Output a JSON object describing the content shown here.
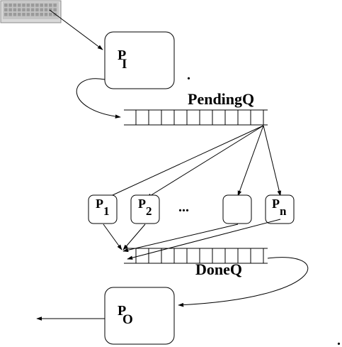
{
  "diagram": {
    "input_process": {
      "letter": "P",
      "subscript": "I"
    },
    "pending_queue": {
      "label": "PendingQ",
      "cells": 10
    },
    "workers": [
      {
        "letter": "P",
        "subscript": "1"
      },
      {
        "letter": "P",
        "subscript": "2"
      },
      {
        "letter": "",
        "subscript": ""
      },
      {
        "letter": "P",
        "subscript": "n"
      }
    ],
    "ellipsis": "...",
    "done_queue": {
      "label": "DoneQ",
      "cells": 10
    },
    "output_process": {
      "letter": "P",
      "subscript": "O"
    },
    "dots": [
      ".",
      "."
    ],
    "icons": {
      "keyboard": "keyboard-icon"
    }
  }
}
